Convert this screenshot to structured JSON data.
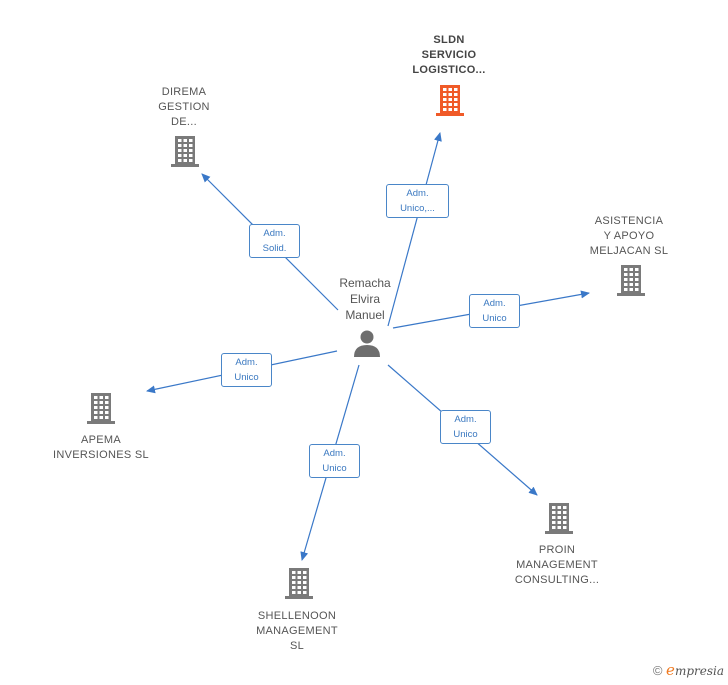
{
  "center": {
    "name": "Remacha\nElvira\nManuel"
  },
  "companies": [
    {
      "id": "sldn",
      "name": "SLDN\nSERVICIO\nLOGISTICO...",
      "highlight": true
    },
    {
      "id": "direma",
      "name": "DIREMA\nGESTION\nDE...",
      "highlight": false
    },
    {
      "id": "asistencia",
      "name": "ASISTENCIA\nY APOYO\nMELJACAN  SL",
      "highlight": false
    },
    {
      "id": "apema",
      "name": "APEMA\nINVERSIONES SL",
      "highlight": false
    },
    {
      "id": "shellenoon",
      "name": "SHELLENOON\nMANAGEMENT\nSL",
      "highlight": false
    },
    {
      "id": "proin",
      "name": "PROIN\nMANAGEMENT\nCONSULTING...",
      "highlight": false
    }
  ],
  "relations": [
    {
      "to": "sldn",
      "label": "Adm.\nUnico,..."
    },
    {
      "to": "direma",
      "label": "Adm.\nSolid."
    },
    {
      "to": "asistencia",
      "label": "Adm.\nUnico"
    },
    {
      "to": "apema",
      "label": "Adm.\nUnico"
    },
    {
      "to": "shellenoon",
      "label": "Adm.\nUnico"
    },
    {
      "to": "proin",
      "label": "Adm.\nUnico"
    }
  ],
  "colors": {
    "edge": "#3a78c8",
    "building": "#7a7a7a",
    "building_highlight": "#f05a28",
    "person": "#6e6e6e"
  },
  "icons": {
    "company": "building-icon",
    "person": "person-icon"
  },
  "footer": {
    "symbol": "©",
    "brand_initial": "e",
    "brand_rest": "mpresia"
  }
}
